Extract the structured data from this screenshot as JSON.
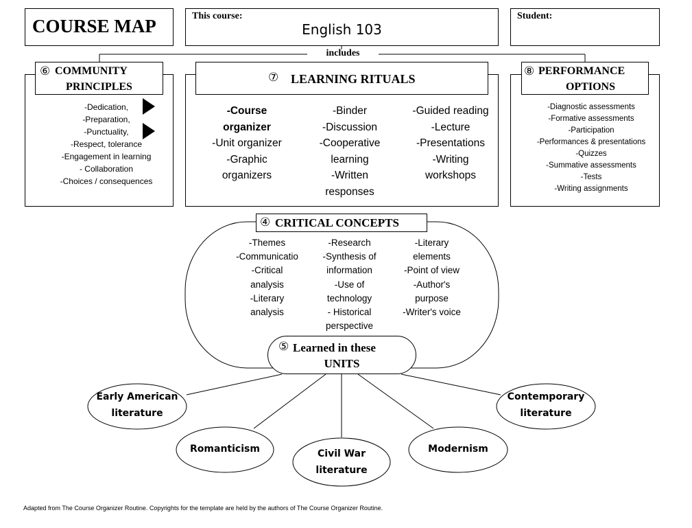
{
  "header": {
    "title": "COURSE MAP",
    "this_course_label": "This course:",
    "course_name": "English 103",
    "student_label": "Student:"
  },
  "includes_label": "includes",
  "community": {
    "number": "⑥",
    "title_line1": "COMMUNITY",
    "title_line2": "PRINCIPLES",
    "items": [
      "-Dedication,",
      "-Preparation,",
      "-Punctuality,",
      "-Respect, tolerance",
      "-Engagement in learning",
      "- Collaboration",
      "-Choices / consequences"
    ]
  },
  "rituals": {
    "number": "⑦",
    "title": "LEARNING RITUALS",
    "col1": [
      "-Course",
      "organizer",
      "-Unit  organizer",
      "-Graphic",
      "organizers"
    ],
    "col2": [
      "-Binder",
      "-Discussion",
      "-Cooperative",
      "learning",
      "-Written",
      "responses"
    ],
    "col3": [
      "-Guided reading",
      "-Lecture",
      "-Presentations",
      "-Writing",
      "workshops"
    ]
  },
  "performance": {
    "number": "⑧",
    "title_line1": "PERFORMANCE",
    "title_line2": "OPTIONS",
    "items": [
      "-Diagnostic assessments",
      "-Formative assessments",
      "-Participation",
      "-Performances & presentations",
      "-Quizzes",
      "-Summative assessments",
      "-Tests",
      "-Writing assignments"
    ]
  },
  "concepts": {
    "number": "④",
    "title": "CRITICAL CONCEPTS",
    "col1": [
      "-Themes",
      "-Communicatio",
      "-Critical",
      "analysis",
      "-Literary",
      "analysis"
    ],
    "col2": [
      "-Research",
      "-Synthesis of",
      "information",
      "-Use of",
      "technology",
      "- Historical",
      "perspective"
    ],
    "col3": [
      "-Literary",
      "elements",
      "-Point of view",
      "-Author's",
      "purpose",
      "-Writer's voice"
    ]
  },
  "units": {
    "number": "⑤",
    "title_line1": "Learned in these",
    "title_line2": "UNITS",
    "items": [
      {
        "line1": "Early American",
        "line2": "literature"
      },
      {
        "line1": "Romanticism",
        "line2": ""
      },
      {
        "line1": "Civil War",
        "line2": "literature"
      },
      {
        "line1": "Modernism",
        "line2": ""
      },
      {
        "line1": "Contemporary",
        "line2": "literature"
      }
    ]
  },
  "footer": "Adapted from The Course Organizer Routine.  Copyrights for the template are held by the authors of The Course Organizer Routine."
}
